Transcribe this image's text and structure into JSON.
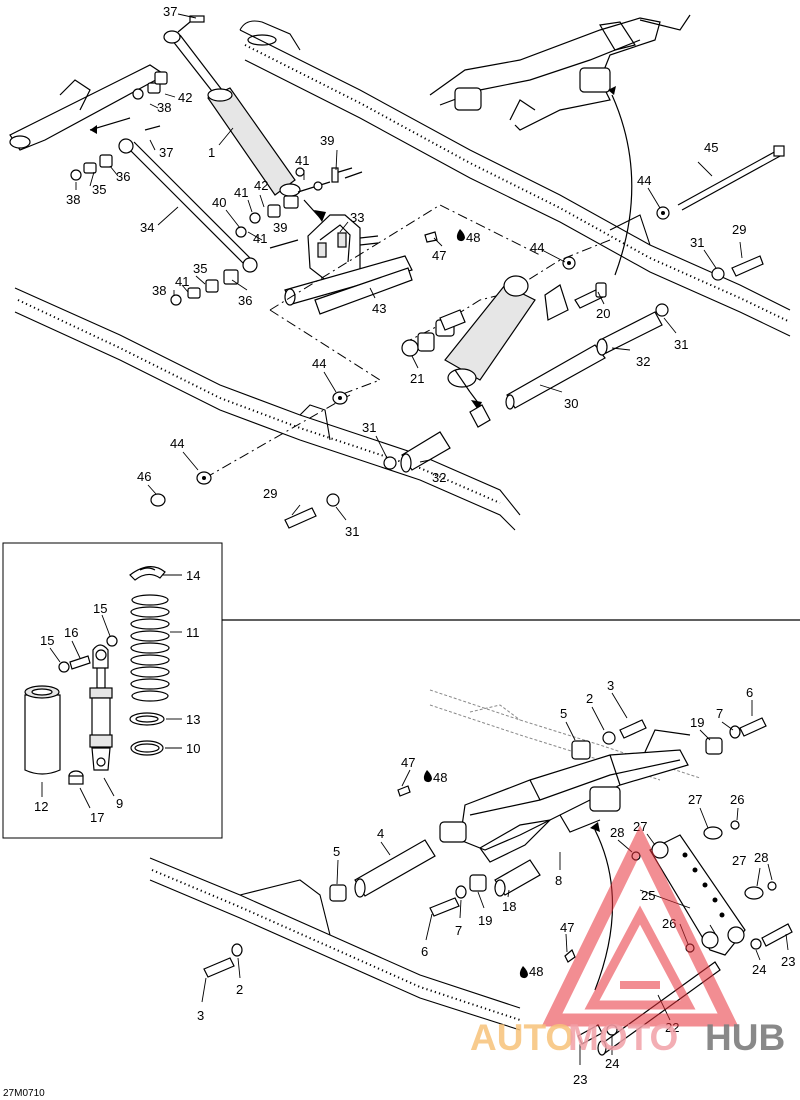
{
  "drawing_code": "27M0710",
  "callouts_top": [
    "37",
    "42",
    "38",
    "1",
    "37",
    "39",
    "41",
    "42",
    "41",
    "40",
    "35",
    "36",
    "38",
    "34",
    "39",
    "41",
    "33",
    "48",
    "47",
    "35",
    "41",
    "38",
    "36",
    "43",
    "44",
    "45",
    "44",
    "29",
    "31",
    "20",
    "21",
    "31",
    "32",
    "30",
    "44",
    "44",
    "46",
    "31",
    "29",
    "31",
    "32"
  ],
  "callouts_inset": [
    "14",
    "11",
    "15",
    "15",
    "16",
    "13",
    "10",
    "12",
    "17",
    "9"
  ],
  "callouts_bottom": [
    "3",
    "6",
    "2",
    "5",
    "19",
    "7",
    "47",
    "48",
    "4",
    "5",
    "27",
    "26",
    "28",
    "27",
    "27",
    "28",
    "8",
    "18",
    "25",
    "19",
    "7",
    "26",
    "6",
    "47",
    "48",
    "2",
    "3",
    "24",
    "23",
    "22",
    "24",
    "23"
  ],
  "watermark": {
    "text_auto": "AUTO",
    "text_moto": "MOTO",
    "text_hub": "HUB",
    "color_auto": "#f7c27a",
    "color_moto": "#f2a0a8",
    "color_hub": "#7d7d7d",
    "logo_color": "#e8313a"
  }
}
